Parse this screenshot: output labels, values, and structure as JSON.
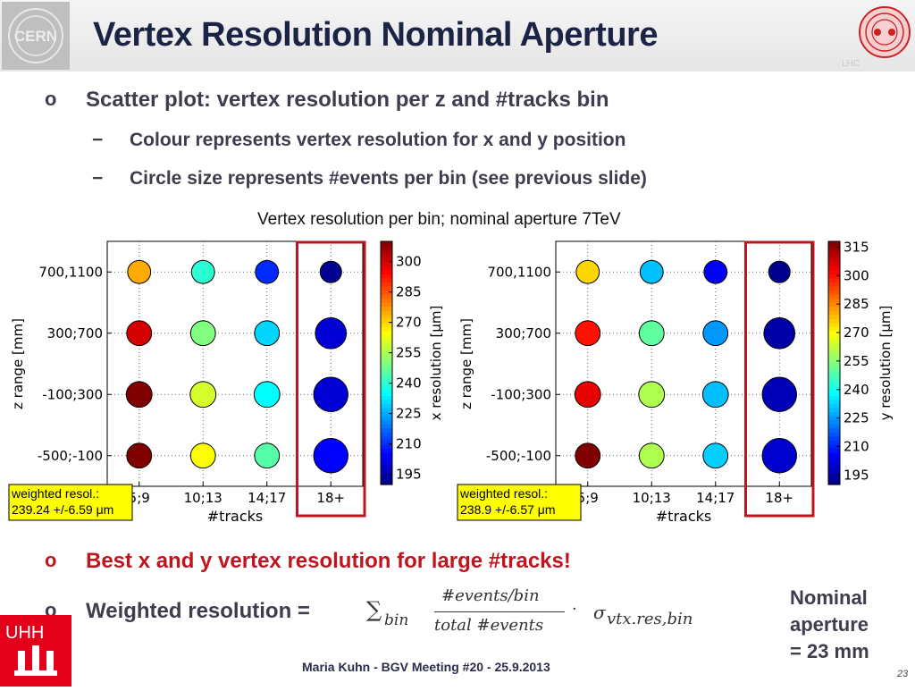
{
  "slide": {
    "title": "Vertex Resolution Nominal Aperture",
    "bullets": [
      "Scatter plot: vertex resolution per z and #tracks bin",
      "Best x and y vertex resolution for large #tracks!",
      "Weighted resolution ="
    ],
    "sub_bullets": [
      "Colour represents vertex resolution for x and y position",
      "Circle size represents #events per bin (see previous slide)"
    ],
    "bullet_marker": "o",
    "dash_marker": "−",
    "formula": {
      "sum": "∑",
      "sum_sub": "bin",
      "numerator": "#events/bin",
      "denominator": "total #events",
      "dot": "·",
      "sigma": "σ",
      "sigma_sub": "vtx.res,bin"
    },
    "nominal_note": [
      "Nominal",
      "aperture",
      "= 23 mm"
    ],
    "footer": "Maria Kuhn - BGV Meeting #20 - 25.9.2013",
    "page_number": "23",
    "logos": {
      "left": "CERN",
      "right": "LHC",
      "bottom": "UHH"
    }
  },
  "chart_data": [
    {
      "type": "scatter",
      "title": "Vertex resolution per bin; nominal aperture 7TeV",
      "xlabel": "#tracks",
      "ylabel": "z range [mm]",
      "colorbar_label": "x resolution [μm]",
      "x_categories": [
        "5;9",
        "10;13",
        "14;17",
        "18+"
      ],
      "y_categories": [
        "-500;-100",
        "-100;300",
        "300;700",
        "700,1100"
      ],
      "colorbar_ticks": [
        195,
        210,
        225,
        240,
        255,
        270,
        285,
        300
      ],
      "clim": [
        190,
        310
      ],
      "highlight_column": "18+",
      "annotation": [
        "weighted resol.:",
        "239.24 +/-6.59 μm"
      ],
      "points": [
        {
          "x": "5;9",
          "y": "700,1100",
          "value": 275,
          "events": 0.35
        },
        {
          "x": "10;13",
          "y": "700,1100",
          "value": 240,
          "events": 0.35
        },
        {
          "x": "14;17",
          "y": "700,1100",
          "value": 210,
          "events": 0.35
        },
        {
          "x": "18+",
          "y": "700,1100",
          "value": 192,
          "events": 0.25
        },
        {
          "x": "5;9",
          "y": "300;700",
          "value": 300,
          "events": 0.45
        },
        {
          "x": "10;13",
          "y": "300;700",
          "value": 250,
          "events": 0.45
        },
        {
          "x": "14;17",
          "y": "300;700",
          "value": 230,
          "events": 0.45
        },
        {
          "x": "18+",
          "y": "300;700",
          "value": 200,
          "events": 0.8
        },
        {
          "x": "5;9",
          "y": "-100;300",
          "value": 310,
          "events": 0.5
        },
        {
          "x": "10;13",
          "y": "-100;300",
          "value": 260,
          "events": 0.5
        },
        {
          "x": "14;17",
          "y": "-100;300",
          "value": 235,
          "events": 0.5
        },
        {
          "x": "18+",
          "y": "-100;300",
          "value": 200,
          "events": 1.0
        },
        {
          "x": "5;9",
          "y": "-500;-100",
          "value": 310,
          "events": 0.45
        },
        {
          "x": "10;13",
          "y": "-500;-100",
          "value": 265,
          "events": 0.45
        },
        {
          "x": "14;17",
          "y": "-500;-100",
          "value": 245,
          "events": 0.45
        },
        {
          "x": "18+",
          "y": "-500;-100",
          "value": 205,
          "events": 1.0
        }
      ]
    },
    {
      "type": "scatter",
      "title": "",
      "xlabel": "#tracks",
      "ylabel": "z range [mm]",
      "colorbar_label": "y resolution [μm]",
      "x_categories": [
        "5;9",
        "10;13",
        "14;17",
        "18+"
      ],
      "y_categories": [
        "-500;-100",
        "-100;300",
        "300;700",
        "700,1100"
      ],
      "colorbar_ticks": [
        195,
        210,
        225,
        240,
        255,
        270,
        285,
        300,
        315
      ],
      "clim": [
        190,
        318
      ],
      "highlight_column": "18+",
      "annotation": [
        "weighted resol.:",
        "238.9 +/-6.57 μm"
      ],
      "points": [
        {
          "x": "5;9",
          "y": "700,1100",
          "value": 275,
          "events": 0.35
        },
        {
          "x": "10;13",
          "y": "700,1100",
          "value": 230,
          "events": 0.35
        },
        {
          "x": "14;17",
          "y": "700,1100",
          "value": 205,
          "events": 0.35
        },
        {
          "x": "18+",
          "y": "700,1100",
          "value": 192,
          "events": 0.25
        },
        {
          "x": "5;9",
          "y": "300;700",
          "value": 300,
          "events": 0.45
        },
        {
          "x": "10;13",
          "y": "300;700",
          "value": 250,
          "events": 0.45
        },
        {
          "x": "14;17",
          "y": "300;700",
          "value": 225,
          "events": 0.45
        },
        {
          "x": "18+",
          "y": "300;700",
          "value": 195,
          "events": 0.8
        },
        {
          "x": "5;9",
          "y": "-100;300",
          "value": 305,
          "events": 0.5
        },
        {
          "x": "10;13",
          "y": "-100;300",
          "value": 260,
          "events": 0.5
        },
        {
          "x": "14;17",
          "y": "-100;300",
          "value": 230,
          "events": 0.5
        },
        {
          "x": "18+",
          "y": "-100;300",
          "value": 197,
          "events": 1.0
        },
        {
          "x": "5;9",
          "y": "-500;-100",
          "value": 318,
          "events": 0.45
        },
        {
          "x": "10;13",
          "y": "-500;-100",
          "value": 260,
          "events": 0.45
        },
        {
          "x": "14;17",
          "y": "-500;-100",
          "value": 232,
          "events": 0.45
        },
        {
          "x": "18+",
          "y": "-500;-100",
          "value": 200,
          "events": 1.0
        }
      ]
    }
  ]
}
